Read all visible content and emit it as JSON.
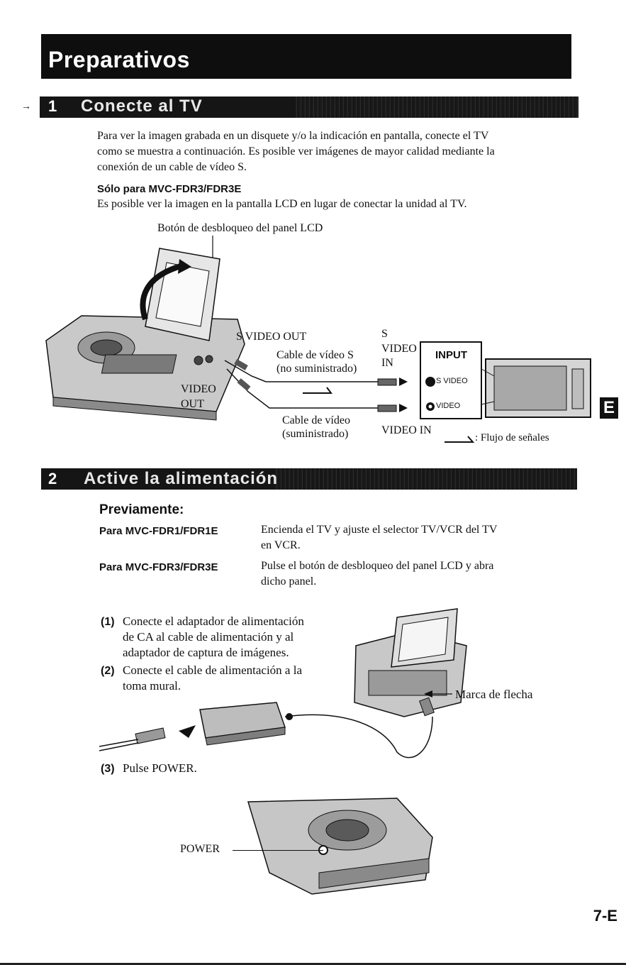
{
  "header": {
    "title": "Preparativos"
  },
  "section1": {
    "number": "1",
    "title": "Conecte al TV",
    "intro_line1": "Para ver la imagen grabada en un disquete y/o la indicación en pantalla, conecte el TV",
    "intro_line2": "como se muestra a continuación. Es posible ver imágenes de mayor calidad mediante la",
    "intro_line3": "conexión de un cable de vídeo S.",
    "only_models_heading": "Sólo para MVC-FDR3/FDR3E",
    "only_models_text": "Es posible ver la imagen en la pantalla LCD en lugar de conectar la unidad al TV.",
    "diagram": {
      "lcd_release_label": "Botón de desbloqueo del panel LCD",
      "s_video_out": "S VIDEO OUT",
      "s_video_cable_line1": "Cable de vídeo S",
      "s_video_cable_line2": "(no suministrado)",
      "s_video_in_line1": "S",
      "s_video_in_line2": "VIDEO",
      "s_video_in_line3": "IN",
      "video_out_line1": "VIDEO",
      "video_out_line2": "OUT",
      "video_cable_line1": "Cable de vídeo",
      "video_cable_line2": "(suministrado)",
      "video_in": "VIDEO IN",
      "input_box_title": "INPUT",
      "input_s_video": "S VIDEO",
      "input_video": "VIDEO",
      "signal_flow": ": Flujo de señales"
    }
  },
  "section2": {
    "number": "2",
    "title": "Active la alimentación",
    "beforehand_heading": "Previamente:",
    "model1": "Para MVC-FDR1/FDR1E",
    "model1_text_line1": "Encienda el TV y ajuste el selector TV/VCR del TV",
    "model1_text_line2": "en VCR.",
    "model2": "Para MVC-FDR3/FDR3E",
    "model2_text_line1": "Pulse el botón de desbloqueo del panel LCD y abra",
    "model2_text_line2": "dicho panel.",
    "step1_num": "(1)",
    "step1_line1": "Conecte el adaptador de alimentación",
    "step1_line2": "de CA al cable de alimentación y al",
    "step1_line3": "adaptador de captura de imágenes.",
    "step2_num": "(2)",
    "step2_line1": "Conecte el cable de alimentación a la",
    "step2_line2": "toma mural.",
    "arrow_mark_label": "Marca de flecha",
    "step3_num": "(3)",
    "step3_text": "Pulse POWER.",
    "power_label": "POWER"
  },
  "side_tab": "E",
  "page_number": "7-E"
}
